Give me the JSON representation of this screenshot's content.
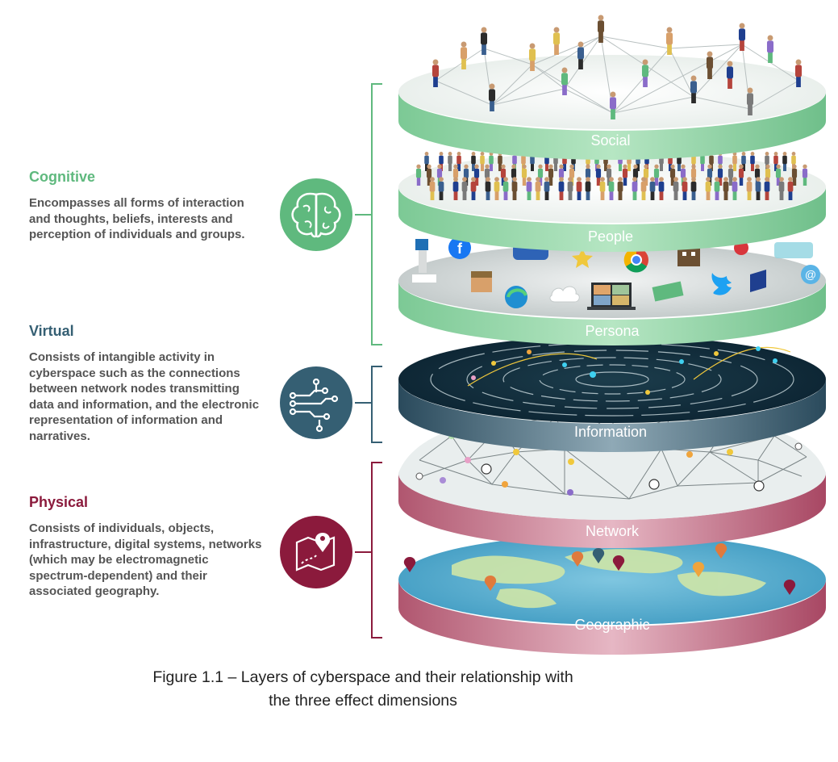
{
  "dimensions": [
    {
      "key": "cognitive",
      "title": "Cognitive",
      "color": "#5fb97e",
      "text": "Encompasses all forms of interaction and thoughts, beliefs, interests and perception of individuals and groups.",
      "icon": "brain-icon"
    },
    {
      "key": "virtual",
      "title": "Virtual",
      "color": "#355f73",
      "text": "Consists of intangible activity in cyberspace such as the connections between network nodes transmitting data and information, and the electronic representation of information and narratives.",
      "icon": "circuit-icon"
    },
    {
      "key": "physical",
      "title": "Physical",
      "color": "#8b1a3c",
      "text": "Consists of individuals, objects, infrastructure, digital systems, networks (which may be electromagnetic spectrum-dependent) and their associated geography.",
      "icon": "map-pin-icon"
    }
  ],
  "layers": [
    {
      "key": "social",
      "label": "Social"
    },
    {
      "key": "people",
      "label": "People"
    },
    {
      "key": "persona",
      "label": "Persona"
    },
    {
      "key": "information",
      "label": "Information"
    },
    {
      "key": "network",
      "label": "Network"
    },
    {
      "key": "geographic",
      "label": "Geographic"
    }
  ],
  "colors": {
    "cognitive": "#5fb97e",
    "virtual": "#355f73",
    "physical": "#8b1a3c",
    "green_band": "#8fd3a1",
    "dark_band": "#2f5366",
    "red_band": "#b3536d"
  },
  "caption": {
    "line1": "Figure 1.1 – Layers of cyberspace and their relationship with",
    "line2": "the three effect dimensions"
  }
}
